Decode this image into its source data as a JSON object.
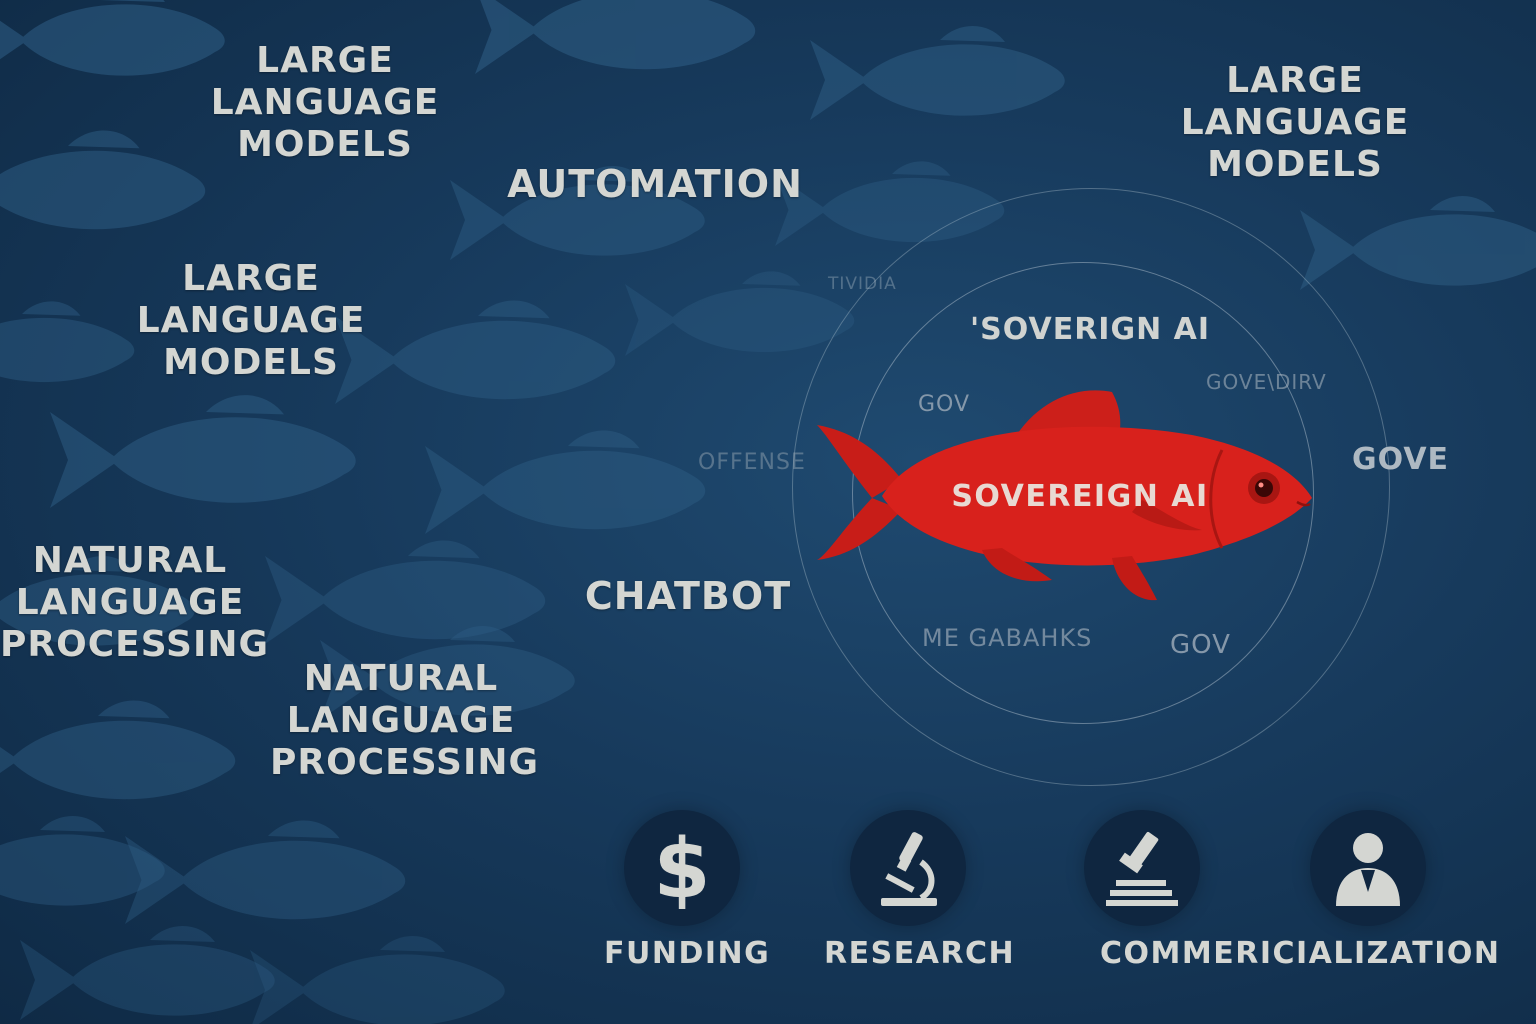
{
  "terms": {
    "llm_top_left": "LARGE\nLANGUAGE\nMODELS",
    "automation": "AUTOMATION",
    "llm_top_right": "LARGE\nLANGUAGE\nMODELS",
    "llm_mid_left": "LARGE\nLANGUAGE\nMODELS",
    "nlp_left": "NATURAL\nLANGUAGE\nPROCESSING",
    "nlp_center": "NATURAL\nLANGUAGE\nPROCESSING",
    "chatbot": "CHATBOT"
  },
  "circle": {
    "top_title": "'SOVERIGN AI",
    "fish_label": "SOVEREIGN AI",
    "gov_left": "GOV",
    "gov_right_top": "GOVE\\DIRV",
    "gov_right": "GOVE",
    "gov_bottom": "GOV",
    "offense": "OFFENSE",
    "megabanks": "ME GABAHKS",
    "tiny_top": "TIVIDIA"
  },
  "pillars": [
    {
      "label": "FUNDING",
      "icon": "dollar-icon"
    },
    {
      "label": "RESEARCH",
      "icon": "microscope-icon"
    },
    {
      "label": "COMMERICIALIZATION",
      "icon": "gavel-icon"
    }
  ],
  "extra_icon": "person-icon",
  "colors": {
    "background": "#173a5c",
    "grey_fish": "#2f5f86",
    "red_fish": "#d8211c",
    "text": "#d4d6d2"
  }
}
